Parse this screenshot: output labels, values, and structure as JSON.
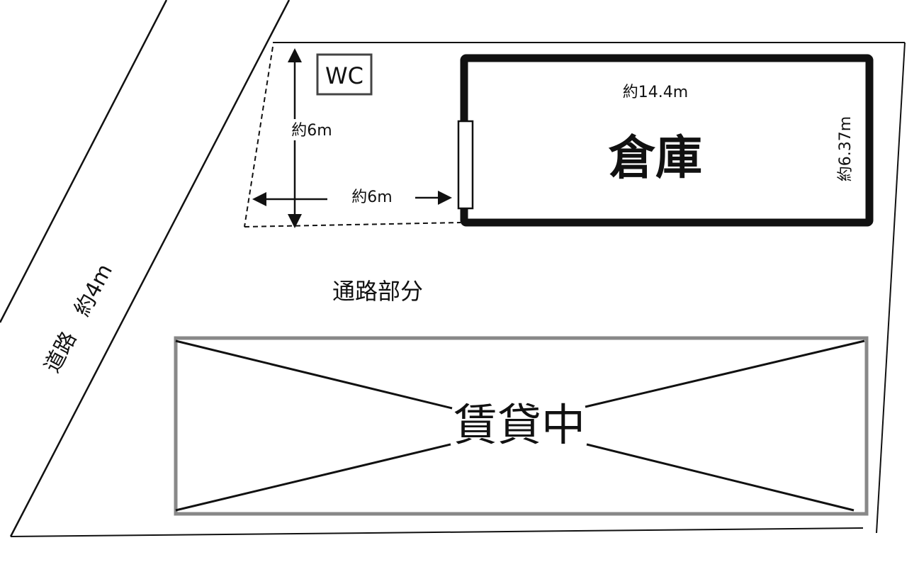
{
  "road": {
    "label": "道路　約4m"
  },
  "wc": {
    "label": "WC"
  },
  "open_lot": {
    "width_label": "約6m",
    "depth_label": "約6m"
  },
  "warehouse": {
    "name": "倉庫",
    "length_label": "約14.4m",
    "width_label": "約6.37m"
  },
  "passage": {
    "label": "通路部分"
  },
  "rented_area": {
    "label": "賃貸中"
  },
  "colors": {
    "ink": "#111111",
    "rented_border": "#888888",
    "background": "#ffffff"
  }
}
